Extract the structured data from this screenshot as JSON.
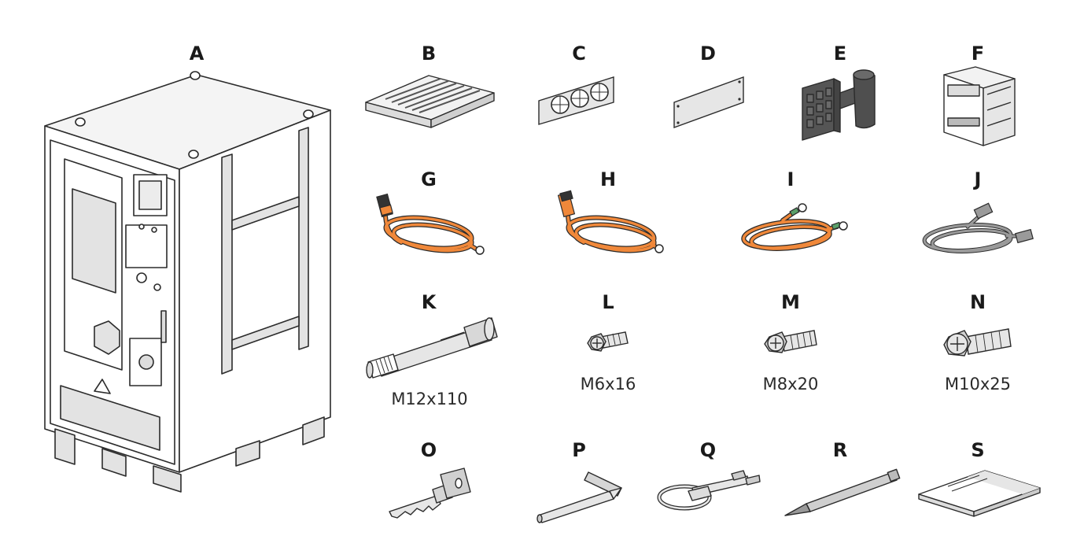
{
  "items": [
    {
      "letter": "A"
    },
    {
      "letter": "B"
    },
    {
      "letter": "C"
    },
    {
      "letter": "D"
    },
    {
      "letter": "E"
    },
    {
      "letter": "F"
    },
    {
      "letter": "G"
    },
    {
      "letter": "H"
    },
    {
      "letter": "I"
    },
    {
      "letter": "J"
    },
    {
      "letter": "K",
      "caption": "M12x110"
    },
    {
      "letter": "L",
      "caption": "M6x16"
    },
    {
      "letter": "M",
      "caption": "M8x20"
    },
    {
      "letter": "N",
      "caption": "M10x25"
    },
    {
      "letter": "O"
    },
    {
      "letter": "P"
    },
    {
      "letter": "Q"
    },
    {
      "letter": "R"
    },
    {
      "letter": "S"
    }
  ],
  "colors": {
    "line": "#2b2b2b",
    "panel": "#e6e6e6",
    "dark": "#555555",
    "cable_orange": "#f0883a",
    "cable_gray": "#9a9a9a",
    "ground_green": "#5aa06a"
  }
}
